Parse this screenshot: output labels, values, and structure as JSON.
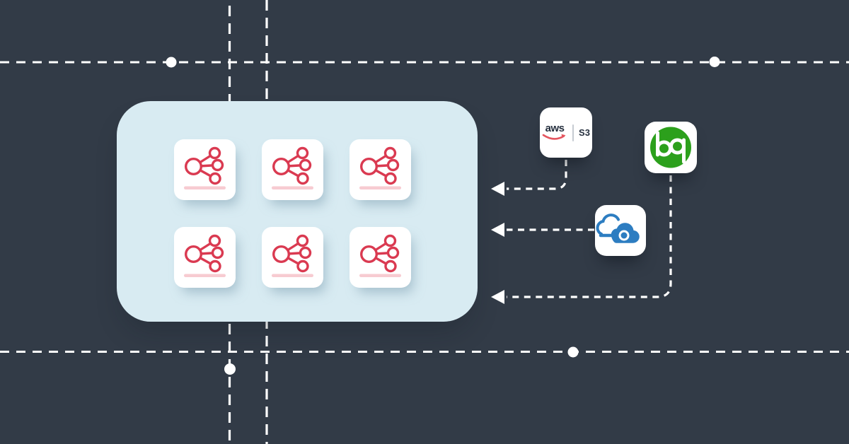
{
  "illustration": {
    "description": "integration-diagram",
    "colors": {
      "background": "#323B47",
      "grid_line": "#FFFFFF",
      "panel": "#D8EBF2",
      "card": "#FFFFFF",
      "connector_red": "#DA3A51",
      "underline_pink": "#F7CBD1",
      "aws_text": "#252F3E",
      "aws_smile": "#E4555F",
      "aws_divider": "#C6CBD2",
      "qb_green": "#2CA01C",
      "cloud_blue": "#2D7DC1"
    }
  },
  "panel": {
    "cards": [
      {
        "icon": "share-network-icon"
      },
      {
        "icon": "share-network-icon"
      },
      {
        "icon": "share-network-icon"
      },
      {
        "icon": "share-network-icon"
      },
      {
        "icon": "share-network-icon"
      },
      {
        "icon": "share-network-icon"
      }
    ]
  },
  "app_icons": {
    "aws_s3": {
      "brand": "aws",
      "service": "S3"
    },
    "quickbooks": {
      "glyph": "qb"
    },
    "cloud": {
      "glyph": "cloud"
    }
  }
}
